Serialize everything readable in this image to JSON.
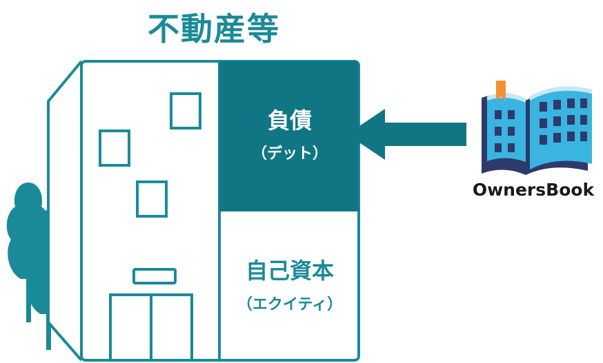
{
  "title": "不動産等",
  "debt": {
    "label": "負債",
    "sub": "（デット）"
  },
  "equity": {
    "label": "自己資本",
    "sub": "（エクイティ）"
  },
  "brand": {
    "name": "OwnersBook"
  },
  "colors": {
    "teal": "#1a8a98",
    "dark_teal": "#117684",
    "navy": "#2d3a6b",
    "orange": "#f29234",
    "sky": "#3ab4e0"
  },
  "icons": [
    "building-icon",
    "tree-icon",
    "arrow-left-icon",
    "ownersbook-logo-icon"
  ]
}
